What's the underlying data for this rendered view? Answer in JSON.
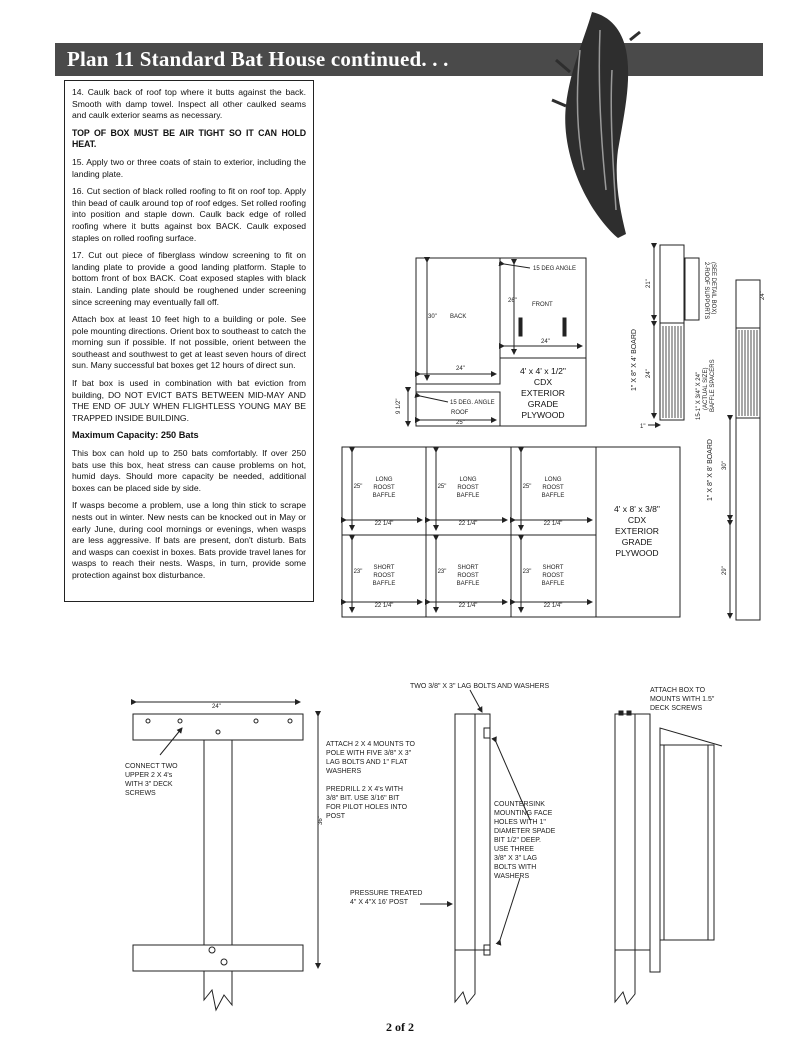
{
  "header": {
    "title": "Plan 11 Standard Bat House continued. . ."
  },
  "text": {
    "p14": "14.  Caulk back of roof top where it butts against the back. Smooth with damp towel.  Inspect all other caulked seams and caulk exterior seams as necessary.",
    "warning": "TOP OF BOX MUST BE AIR TIGHT SO IT CAN HOLD HEAT.",
    "p15": "15.  Apply two or three coats of stain to exterior, including the landing plate.",
    "p16": "16.  Cut section of black rolled roofing to fit on roof top. Apply thin bead of caulk around top of roof edges.  Set rolled roofing into position and staple down.  Caulk back edge of rolled roofing where it butts against box BACK. Caulk exposed staples on rolled roofing surface.",
    "p17": "17.  Cut out piece of fiberglass window screening to fit on landing plate to provide a good landing platform.  Staple to bottom front of box BACK.  Coat exposed staples with black stain.  Landing plate should be roughened under screening since screening may eventually fall off.",
    "attach": "Attach box at least 10 feet high to a building or pole.  See pole mounting directions.  Orient box to southeast to catch the morning sun if possible.  If not possible, orient between the southeast and southwest to get at least seven hours of direct sun.  Many successful bat boxes get 12 hours of direct sun.",
    "eviction": "If bat box is used in combination with bat eviction from building, DO NOT EVICT BATS BETWEEN MID-MAY AND THE END OF JULY WHEN FLIGHTLESS YOUNG MAY BE TRAPPED INSIDE BUILDING.",
    "capacity_heading": "Maximum Capacity:  250 Bats",
    "capacity": "This box can hold up to 250 bats comfortably.  If over 250 bats use this box, heat stress can cause problems on hot, humid days.  Should more capacity be needed, additional boxes can be placed side by side.",
    "wasps": "If wasps become a problem, use a long thin stick to scrape nests out in winter.  New nests can be knocked out in May or early June, during cool mornings or evenings, when wasps are less aggressive.  If bats are present, don't disturb.  Bats and wasps can coexist in boxes.  Bats provide travel lanes for wasps to reach their nests. Wasps, in turn, provide some protection against box disturbance."
  },
  "cut_plan_1": {
    "back": "BACK",
    "front": "FRONT",
    "roof": "ROOF",
    "angle1": "15 DEG ANGLE",
    "angle2": "15 DEG. ANGLE",
    "h30": "30\"",
    "w24a": "24\"",
    "h26": "26\"",
    "w24b": "24\"",
    "w25": "25\"",
    "h9": "9 1/2\"",
    "material": [
      "4' x 4' x 1/2\"",
      "CDX",
      "EXTERIOR",
      "GRADE",
      "PLYWOOD"
    ]
  },
  "board_1": {
    "label": "1\" X 8\" X 4' BOARD",
    "h21": "21\"",
    "h24": "24\"",
    "w1": "1\"",
    "supports": [
      "2-ROOF SUPPORTS",
      "(SEE DETAIL BOX)"
    ],
    "spacers": [
      "15-1\" X 3/4\" X 24\"",
      "(ACTUAL SIZE)",
      "BAFFLE SPACERS"
    ]
  },
  "board_2": {
    "label": "1\" X 8\" X 8' BOARD",
    "h30": "30\"",
    "h24": "24\"",
    "h29": "29\""
  },
  "cut_plan_2": {
    "long": [
      "LONG",
      "ROOST",
      "BAFFLE"
    ],
    "short": [
      "SHORT",
      "ROOST",
      "BAFFLE"
    ],
    "h25": "25\"",
    "h23": "23\"",
    "w": "22 1/4\"",
    "material": [
      "4' x 8' x 3/8\"",
      "CDX",
      "EXTERIOR",
      "GRADE",
      "PLYWOOD"
    ]
  },
  "mount": {
    "w24": "24\"",
    "h36": "36\"",
    "connect": [
      "CONNECT  TWO",
      "UPPER 2 X 4's",
      "WITH 3\" DECK",
      "SCREWS"
    ],
    "attach_mounts": [
      "ATTACH 2 X 4 MOUNTS TO",
      "POLE WITH FIVE 3/8\" X 3\"",
      "LAG BOLTS AND 1\" FLAT",
      "WASHERS"
    ],
    "predrill": [
      "PREDRILL 2 X 4's WITH",
      "3/8\" BIT.  USE 3/16\" BIT",
      "FOR PILOT HOLES INTO",
      "POST"
    ],
    "post": [
      "PRESSURE TREATED",
      "4\" X 4\"X 16' POST"
    ],
    "lag_bolts": "TWO 3/8\" X 3\" LAG BOLTS AND WASHERS",
    "countersink": [
      "COUNTERSINK",
      "MOUNTING FACE",
      "HOLES WITH 1\"",
      "DIAMETER SPADE",
      "BIT 1/2\" DEEP.",
      "USE THREE",
      "3/8\" X 3\" LAG",
      "BOLTS WITH",
      "WASHERS"
    ],
    "attach_box": [
      "ATTACH BOX TO",
      "MOUNTS WITH 1.5\"",
      "DECK SCREWS"
    ]
  },
  "footer": {
    "page": "2 of 2"
  }
}
